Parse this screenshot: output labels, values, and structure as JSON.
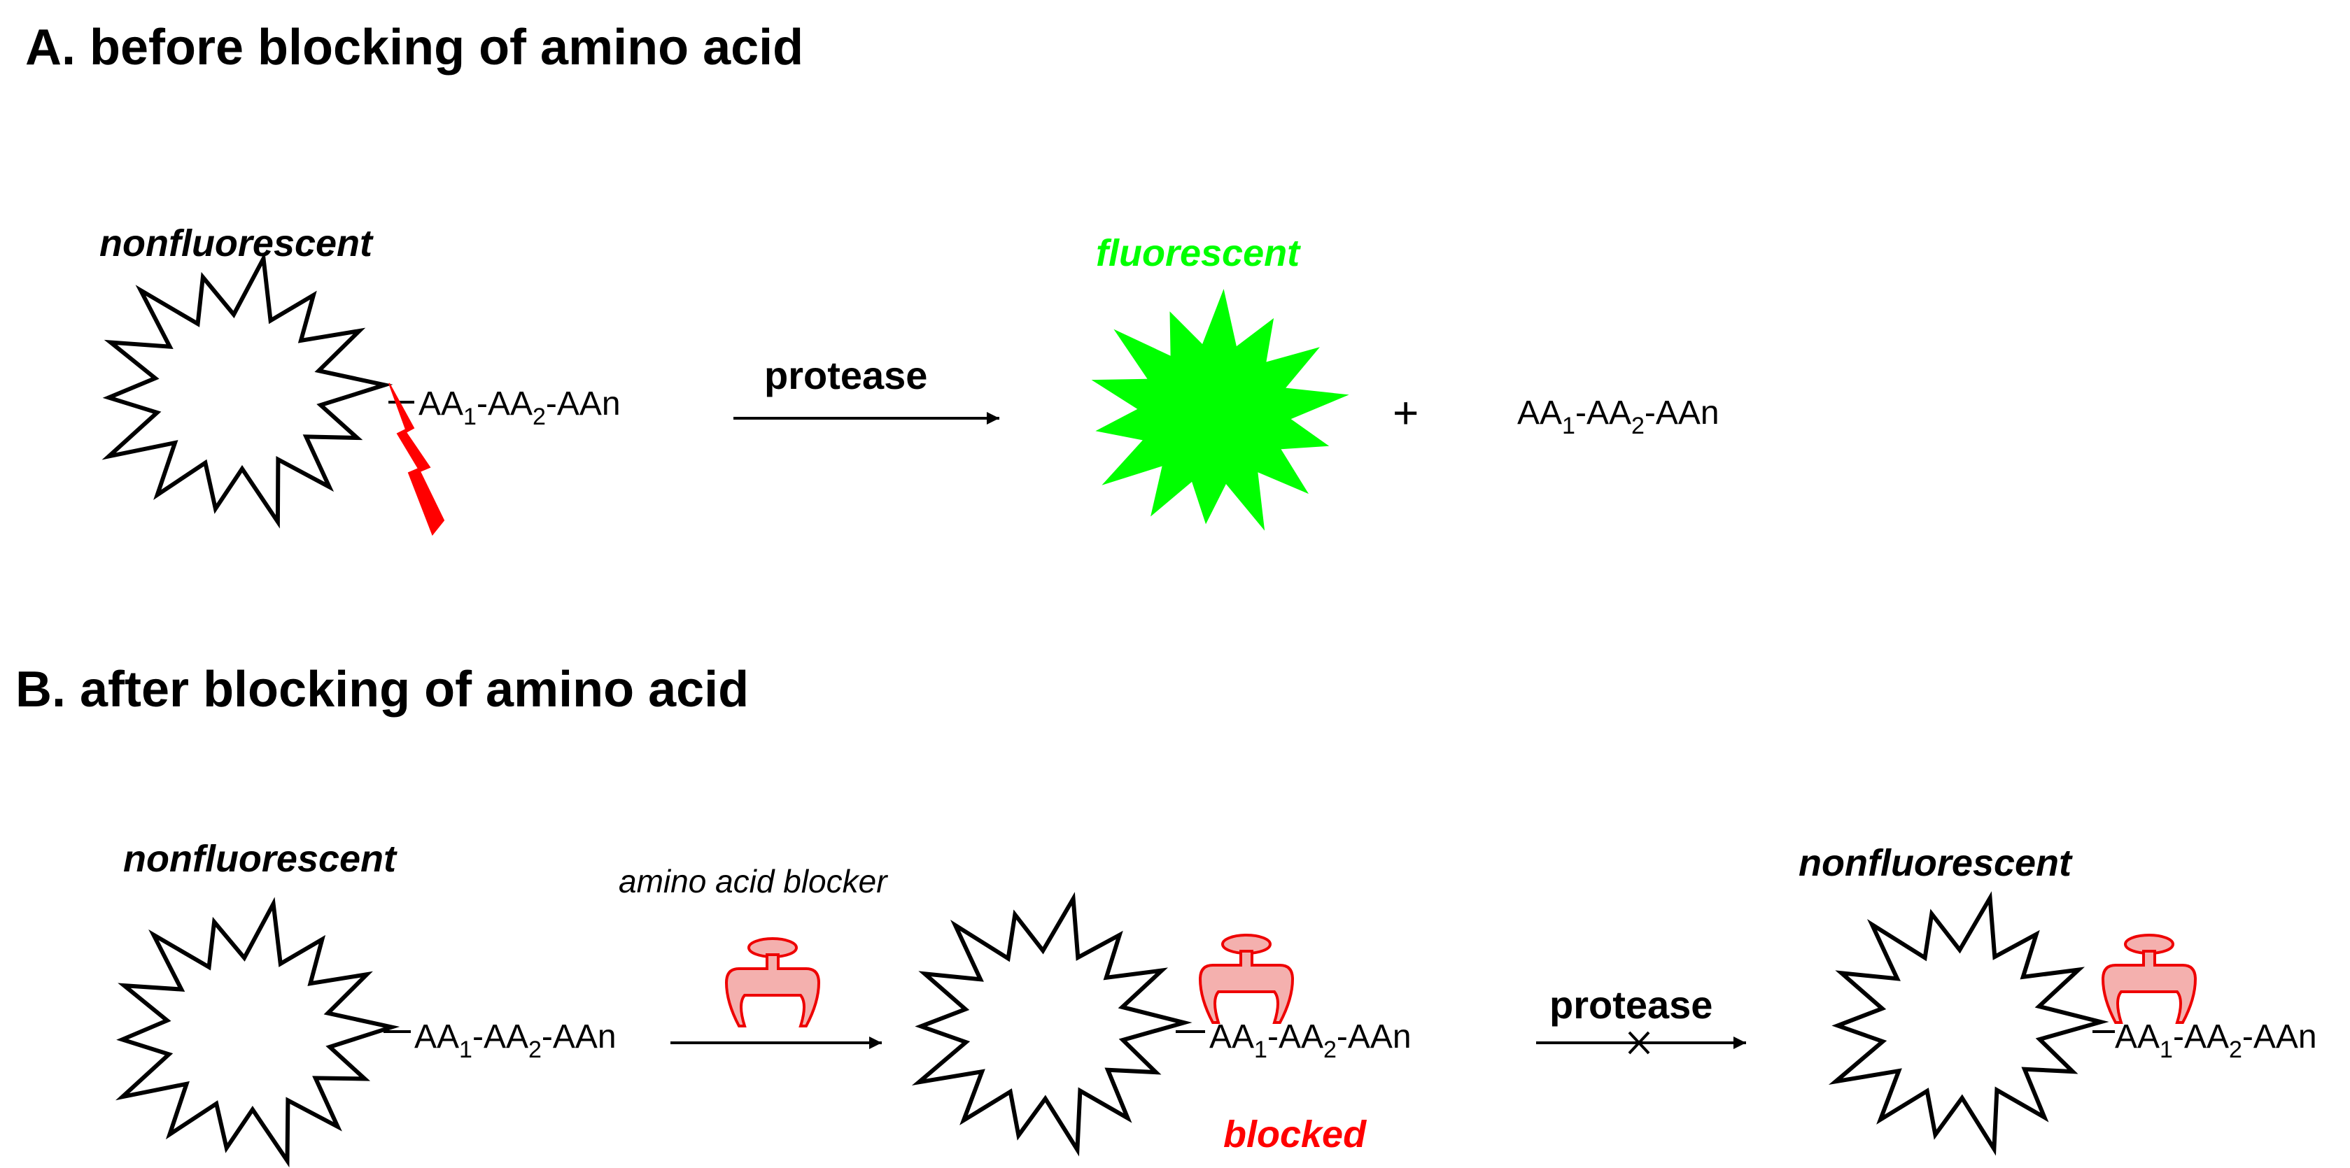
{
  "section_a": {
    "title": "A. before blocking of amino acid",
    "left_state": "nonfluorescent",
    "right_state": "fluorescent",
    "enzyme": "protease",
    "plus": "+",
    "peptide": {
      "aa": "AA",
      "sub1": "1",
      "sub2": "2",
      "sep": "-",
      "end": "AAn"
    }
  },
  "section_b": {
    "title": "B. after blocking of amino acid",
    "left_state": "nonfluorescent",
    "reagent": "amino acid blocker",
    "blocked": "blocked",
    "enzyme": "protease",
    "right_state": "nonfluorescent",
    "peptide": {
      "aa": "AA",
      "sub1": "1",
      "sub2": "2",
      "sep": "-",
      "end": "AAn"
    }
  },
  "colors": {
    "fluorescent": "#00ff00",
    "cleavage": "#ff0000",
    "blocker_fill": "#f4b0ae",
    "blocker_stroke": "#ee0000",
    "blocked_text": "#ff0000"
  },
  "icons": {
    "cleavage": "lightning-bolt-icon",
    "blocker": "blocker-clamp-icon",
    "inhibited": "cross-mark-icon"
  }
}
